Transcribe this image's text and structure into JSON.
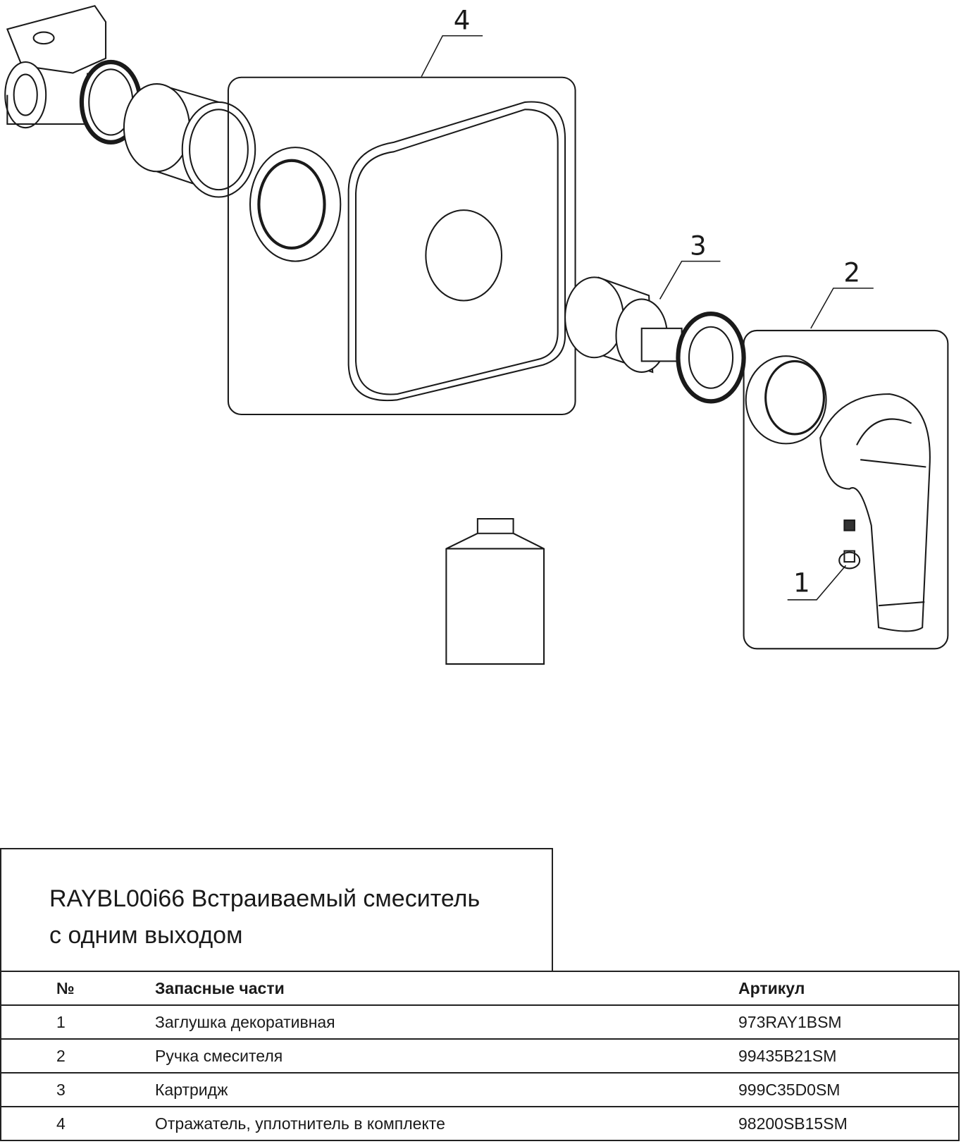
{
  "callouts": [
    "1",
    "2",
    "3",
    "4"
  ],
  "title": {
    "line1": "RAYBL00i66 Встраиваемый смеситель",
    "line2": "с одним выходом"
  },
  "table": {
    "headers": {
      "num": "№",
      "name": "Запасные части",
      "article": "Артикул"
    },
    "rows": [
      {
        "num": "1",
        "name": "Заглушка декоративная",
        "article": "973RAY1BSM"
      },
      {
        "num": "2",
        "name": "Ручка смесителя",
        "article": "99435B21SM"
      },
      {
        "num": "3",
        "name": "Картридж",
        "article": "999C35D0SM"
      },
      {
        "num": "4",
        "name": "Отражатель, уплотнитель в комплекте",
        "article": "98200SB15SM"
      }
    ]
  }
}
